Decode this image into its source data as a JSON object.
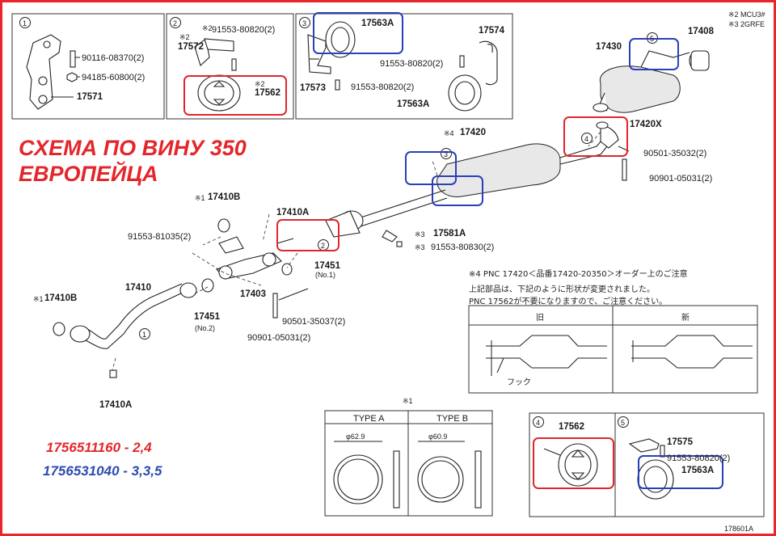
{
  "header": {
    "footnote2": "※2 MCU3#",
    "footnote3": "※3 2GRFE",
    "diagram_id": "178601A"
  },
  "annotation": {
    "title_line1": "СХЕМА ПО ВИНУ 350",
    "title_line2": "ЕВРОПЕЙЦА",
    "code_red": "1756511160  - 2,4",
    "code_blue": "1756531040 - 3,3,5",
    "colors": {
      "red": "#e4262b",
      "blue": "#2e4bb0"
    }
  },
  "insets": {
    "inset1": {
      "num": "1",
      "labels": [
        "90116-08370(2)",
        "94185-60800(2)",
        "17571"
      ]
    },
    "inset2": {
      "num": "2",
      "mark_a": "※2",
      "mark_b": "※2",
      "mark_c": "※2",
      "labels": [
        "91553-80820(2)",
        "17572",
        "17562"
      ]
    },
    "inset3": {
      "num": "3",
      "labels": [
        "17563A",
        "17574",
        "91553-80820(2)",
        "17573",
        "91553-80820(2)",
        "17563A"
      ]
    },
    "inset4": {
      "num": "4",
      "label": "17562"
    },
    "inset5": {
      "num": "5",
      "labels": [
        "17575",
        "91553-80820(2)",
        "17563A"
      ]
    }
  },
  "main": {
    "labels": {
      "p17430": "17430",
      "p17408": "17408",
      "p17420": "17420",
      "mark17420": "※4",
      "p17420x": "17420X",
      "p9050135032": "90501-35032(2)",
      "p9090105031a": "90901-05031(2)",
      "p17410b_top": "17410B",
      "mark17410b_top": "※1",
      "p17410a": "17410A",
      "p9155381035": "91553-81035(2)",
      "p17581a": "17581A",
      "mark17581a": "※3",
      "p9155380830": "91553-80830(2)",
      "mark9155380830": "※3",
      "p17451_no1": "17451",
      "p17451_no1_sub": "(No.1)",
      "p17410": "17410",
      "p17410b_left": "17410B",
      "mark17410b_left": "※1",
      "p17451_no2": "17451",
      "p17451_no2_sub": "(No.2)",
      "p17403": "17403",
      "p9050135037": "90501-35037(2)",
      "p9090105031b": "90901-05031(2)",
      "p17410a_bottom": "17410A",
      "circle1": "1",
      "circle2": "2",
      "circle3": "3",
      "circle4": "4",
      "circle5": "5"
    }
  },
  "note4": {
    "title": "※4  PNC 17420＜品番17420-20350＞オーダー上のご注意",
    "line1": "上記部品は、下記のように形状が変更されました。",
    "line2": "PNC 17562が不要になりますので、ご注意ください。",
    "old_label": "旧",
    "new_label": "新",
    "hook_label": "フック"
  },
  "gasket_types": {
    "mark": "※1",
    "type_a": "TYPE A",
    "type_b": "TYPE B",
    "dia_a": "φ62.9",
    "dia_b": "φ60.9"
  }
}
